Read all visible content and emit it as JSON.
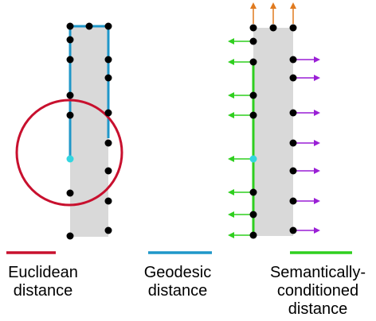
{
  "legend": {
    "euclidean": {
      "line1": "Euclidean",
      "line2": "distance",
      "color": "#c8102e"
    },
    "geodesic": {
      "line1": "Geodesic",
      "line2": "distance",
      "color": "#1f97c9"
    },
    "semantic": {
      "line1": "Semantically-",
      "line2": "conditioned",
      "line3": "distance",
      "color": "#2fcf1f"
    }
  },
  "colors": {
    "shape": "#d9d9d9",
    "point": "#000000",
    "query_point": "#33d6e0",
    "arrow_up": "#e07a1f",
    "arrow_left": "#2fcf1f",
    "arrow_right": "#9a1fd6"
  }
}
